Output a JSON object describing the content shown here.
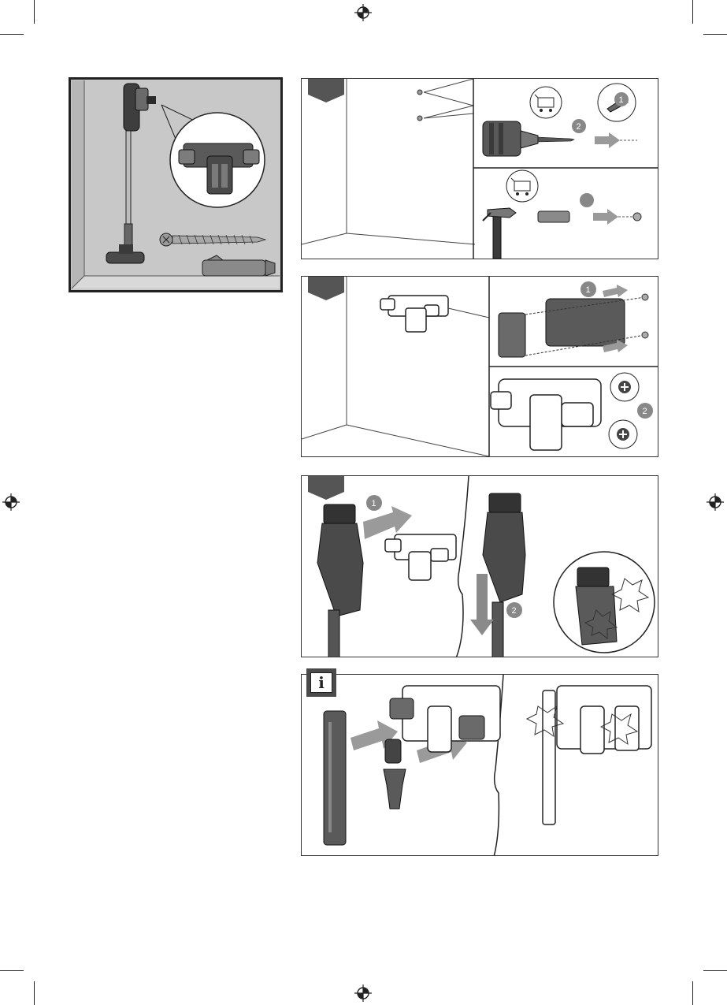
{
  "page": {
    "info_symbol": "i",
    "colors": {
      "line": "#333333",
      "dark_fill": "#4a4a4a",
      "mid_fill": "#7a7a7a",
      "light_fill": "#c9c9c9",
      "arrow_fill": "#9a9a9a",
      "badge_fill": "#888888"
    }
  },
  "step_1": {
    "badges": {
      "drill": "1",
      "bit": "2",
      "drill_arrow": "2"
    }
  },
  "step_2": {
    "badges": {
      "mount": "1",
      "screws": "2"
    }
  },
  "step_3": {
    "badges": {
      "insert": "1",
      "push_down": "2"
    }
  },
  "info_panel": {
    "icon_label": "i"
  },
  "icons": [
    "registration-mark-icon",
    "shopping-cart-icon",
    "drill-icon",
    "hammer-icon",
    "screw-icon",
    "wall-plug-icon",
    "arrow-icon",
    "step-marker-icon",
    "info-icon",
    "click-burst-icon"
  ]
}
